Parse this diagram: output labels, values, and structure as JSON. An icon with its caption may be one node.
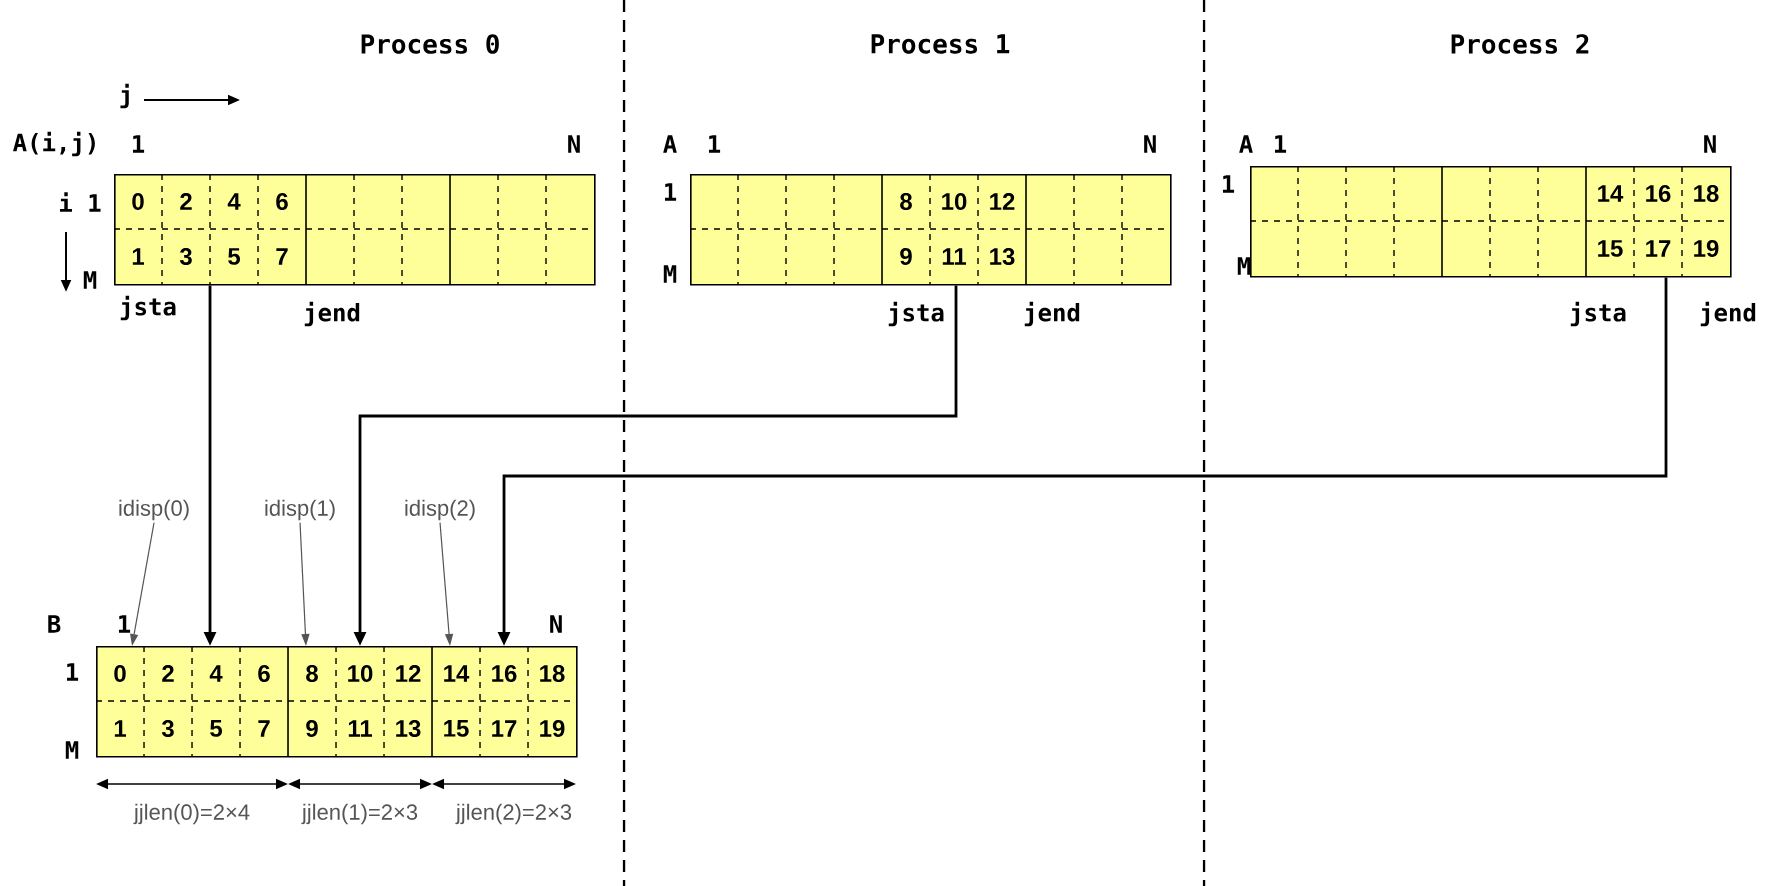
{
  "diagram": {
    "nodes": [
      {
        "text": [
          "0",
          "2",
          "4",
          "6",
          "1",
          "3",
          "5",
          "7"
        ]
      },
      {
        "text": [
          "8",
          "10",
          "12",
          "9",
          "11",
          "13"
        ]
      },
      {
        "text": [
          "14",
          "16",
          "18",
          "15",
          "17",
          "19"
        ]
      },
      {
        "text": [
          "0",
          "2",
          "4",
          "6",
          "8",
          "10",
          "12",
          "14",
          "16",
          "18",
          "1",
          "3",
          "5",
          "7",
          "9",
          "11",
          "13",
          "15",
          "17",
          "19"
        ]
      },
      {
        "text": [
          "idisp(0)"
        ]
      },
      {
        "text": [
          "idisp(1)"
        ]
      },
      {
        "text": [
          "idisp(2)"
        ]
      }
    ],
    "edges": [
      {
        "from": 0,
        "to": 3,
        "arrow": "to"
      },
      {
        "from": 1,
        "to": 3,
        "arrow": "to"
      },
      {
        "from": 2,
        "to": 3,
        "arrow": "to"
      },
      {
        "from": 4,
        "to": 3,
        "arrow": "to",
        "color": "#555555"
      },
      {
        "from": 5,
        "to": 3,
        "arrow": "to",
        "color": "#555555"
      },
      {
        "from": 6,
        "to": 3,
        "arrow": "to",
        "color": "#555555"
      }
    ],
    "labels": [
      "Process 0",
      "Process 1",
      "Process 2",
      "j",
      "A(i,j)",
      "1",
      "N",
      "A",
      "1",
      "N",
      "A",
      "1",
      "N",
      "i 1",
      "1",
      "1",
      "M",
      "M",
      "M",
      "jsta",
      "jend",
      "jsta",
      "jend",
      "jsta",
      "jend",
      "B",
      "1",
      "N",
      "1",
      "M",
      "jjlen(0)=2×4",
      "jjlen(1)=2×3",
      "jjlen(2)=2×3"
    ]
  }
}
